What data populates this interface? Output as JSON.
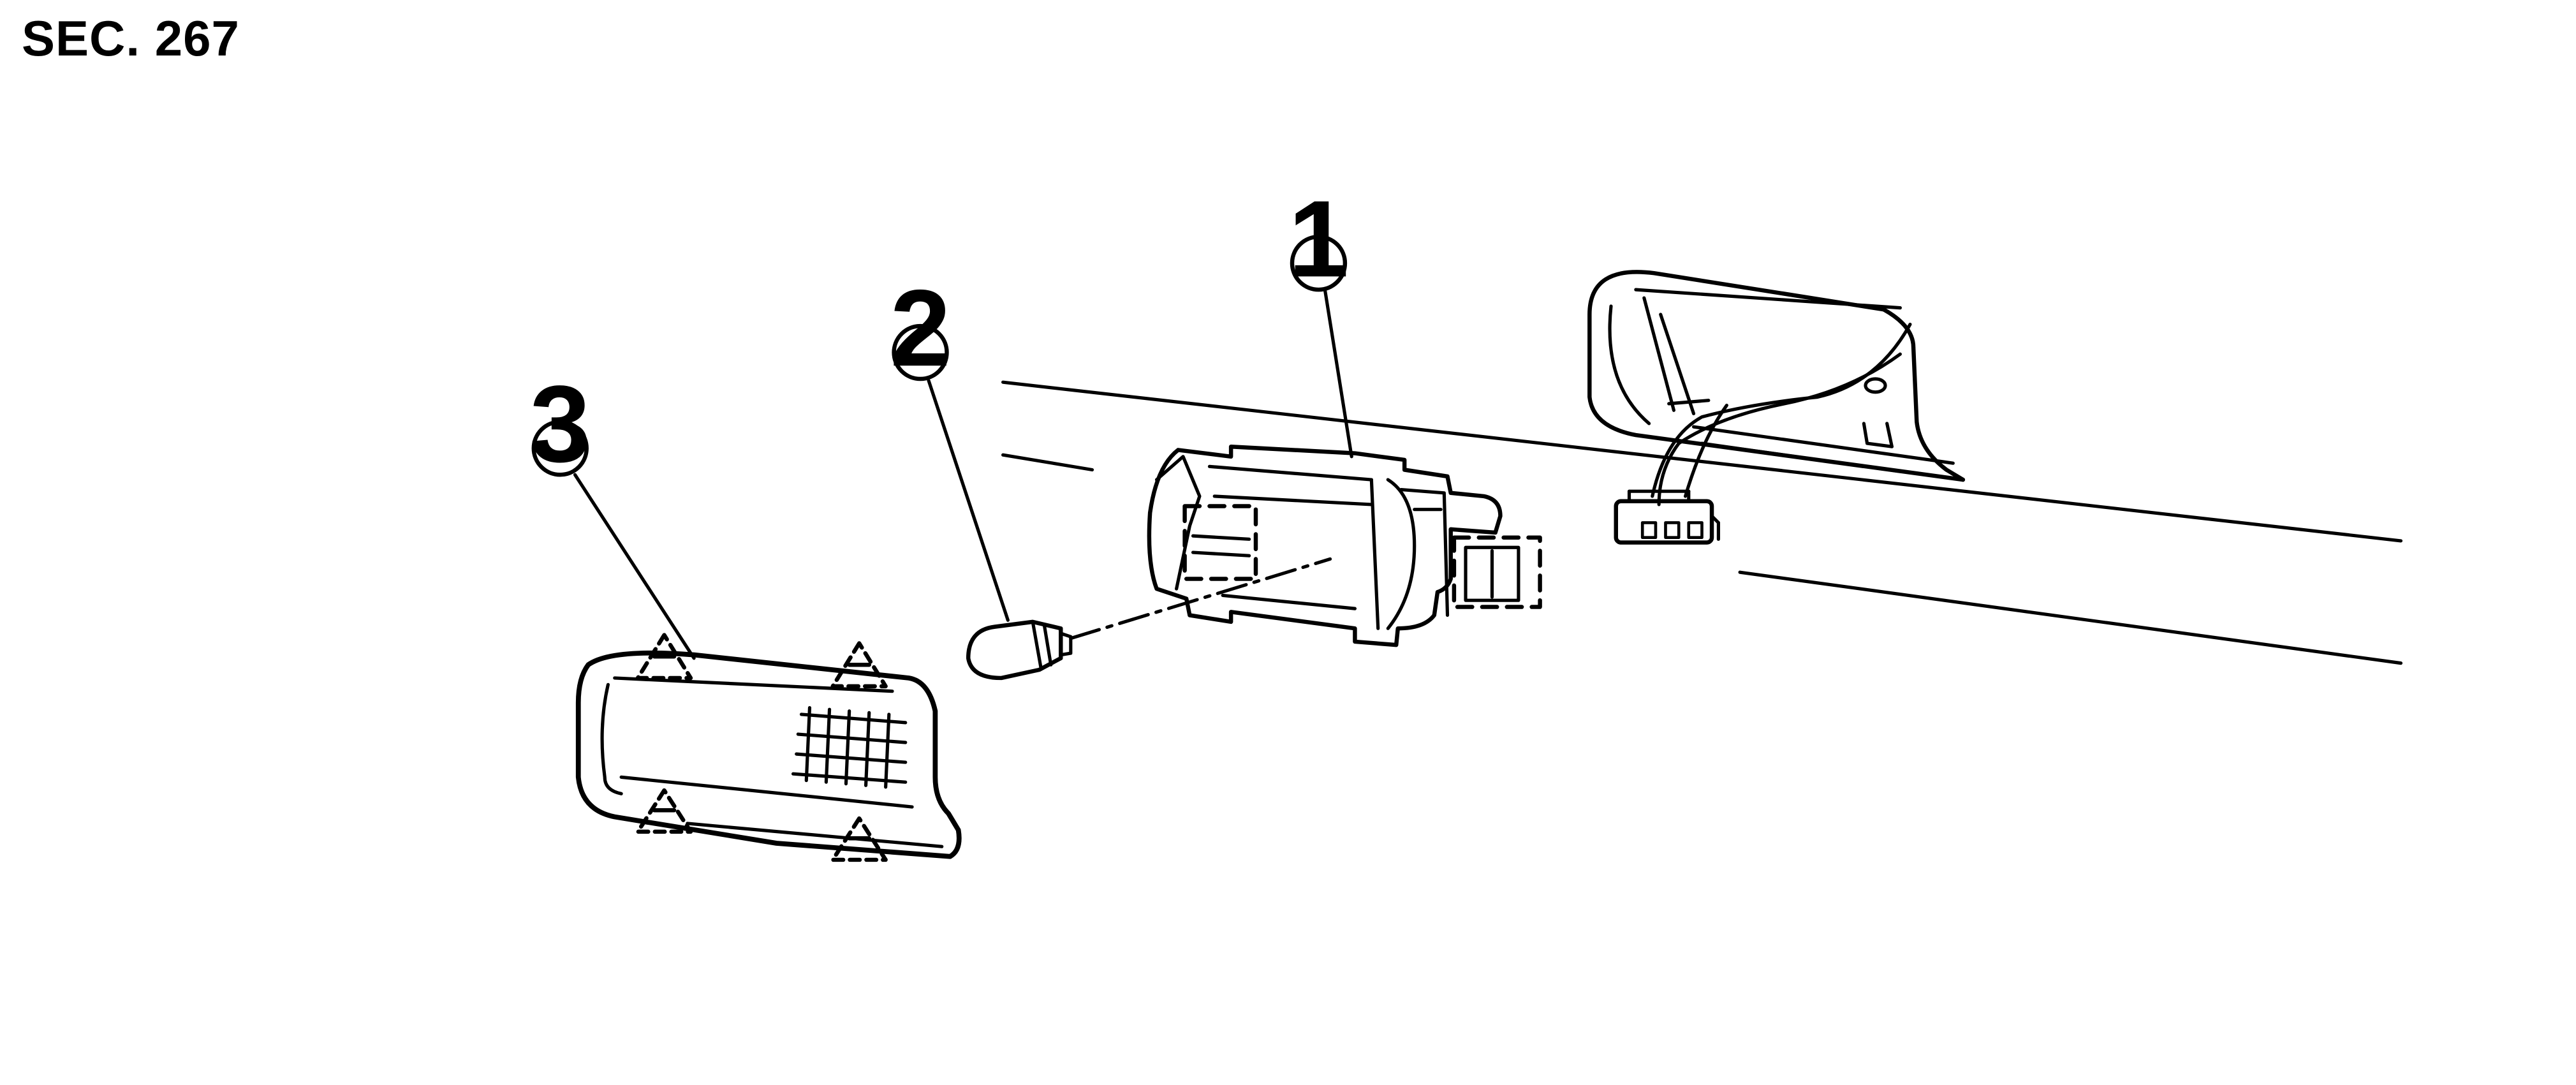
{
  "header": {
    "section_code": "SEC. 267"
  },
  "callouts": [
    {
      "id": "callout-1",
      "number": "1"
    },
    {
      "id": "callout-2",
      "number": "2"
    },
    {
      "id": "callout-3",
      "number": "3"
    }
  ],
  "colors": {
    "line": "#000000",
    "background": "#ffffff"
  }
}
